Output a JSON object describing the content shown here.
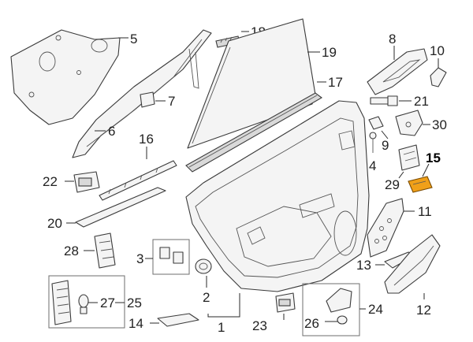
{
  "diagram": {
    "callouts": {
      "c1": "1",
      "c2": "2",
      "c3": "3",
      "c4": "4",
      "c5": "5",
      "c6": "6",
      "c7": "7",
      "c8": "8",
      "c9": "9",
      "c10": "10",
      "c11": "11",
      "c12": "12",
      "c13": "13",
      "c14": "14",
      "c15": "15",
      "c16": "16",
      "c17": "17",
      "c18": "18",
      "c19": "19",
      "c20": "20",
      "c21": "21",
      "c22": "22",
      "c23": "23",
      "c24": "24",
      "c25": "25",
      "c26": "26",
      "c27": "27",
      "c28": "28",
      "c29": "29",
      "c30": "30"
    },
    "highlight_part": "15",
    "colors": {
      "highlight": "#f0a019",
      "line": "#3a3a3a",
      "part_fill": "#f4f4f4"
    }
  }
}
